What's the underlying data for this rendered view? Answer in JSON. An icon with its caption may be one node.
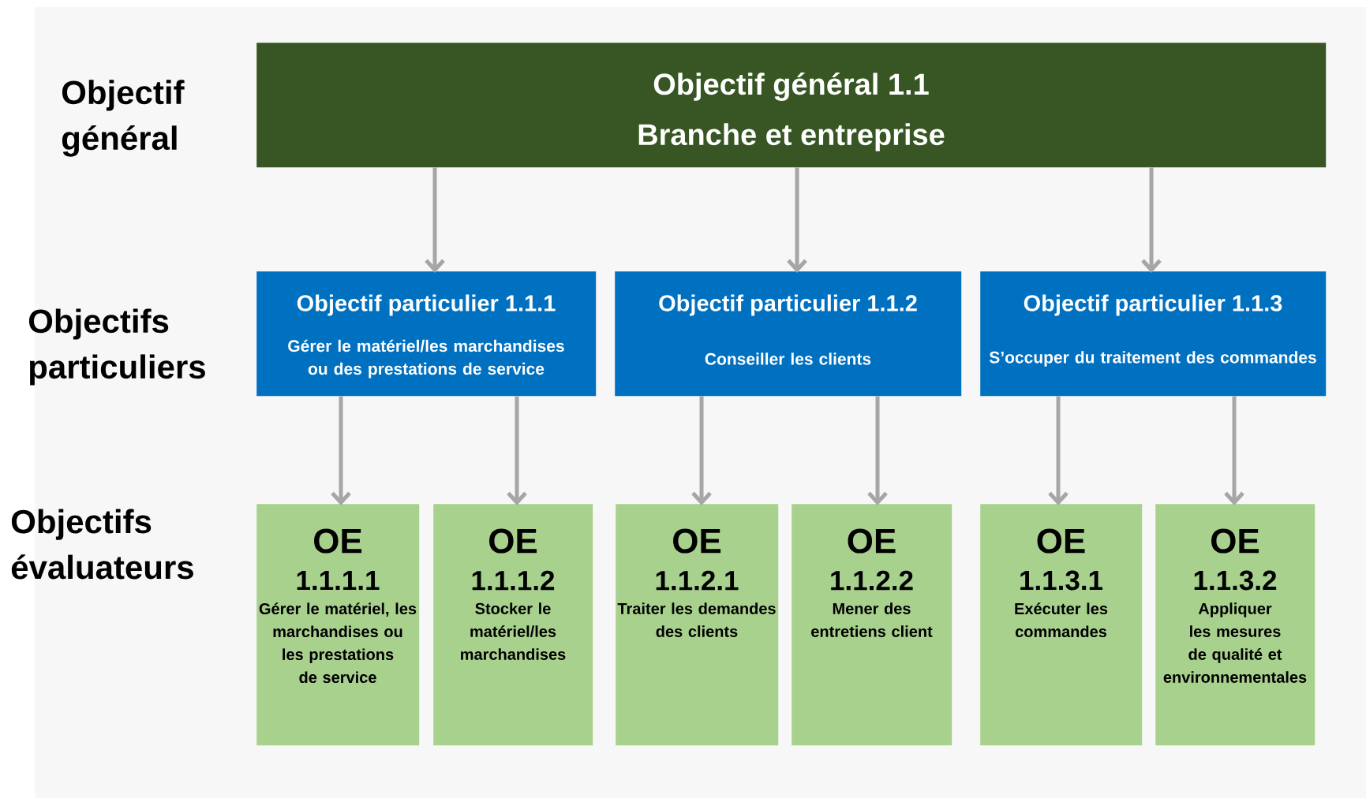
{
  "diagram": {
    "nodes": [
      {
        "text": [
          "Objectif général 1.1",
          "Branche et entreprise"
        ]
      },
      {
        "text": [
          "Objectif particulier 1.1.1",
          "Gérer le matériel/les marchandises ou des prestations de service"
        ]
      },
      {
        "text": [
          "Objectif particulier  1.1.2",
          "Conseiller les clients"
        ]
      },
      {
        "text": [
          "Objectif particulier 1.1.3",
          "S’occuper du traitement des commandes"
        ]
      },
      {
        "text": [
          "OE",
          "1.1.1.1",
          "Gérer le matériel, les marchandises ou les prestations de service"
        ]
      },
      {
        "text": [
          "OE",
          "1.1.1.2",
          "Stocker le matériel/les marchandises"
        ]
      },
      {
        "text": [
          "OE",
          "1.1.2.1",
          "Traiter les demandes des clients"
        ]
      },
      {
        "text": [
          "OE",
          "1.1.2.2",
          "Mener des entretiens client"
        ]
      },
      {
        "text": [
          "OE",
          "1.1.3.1",
          "Exécuter les commandes"
        ]
      },
      {
        "text": [
          "OE",
          "1.1.3.2",
          "Appliquer les mesures de qualité et environnementales"
        ]
      }
    ],
    "edges": [
      {
        "from": 0,
        "to": 1,
        "arrow": "to"
      },
      {
        "from": 0,
        "to": 2,
        "arrow": "to"
      },
      {
        "from": 0,
        "to": 3,
        "arrow": "to"
      },
      {
        "from": 1,
        "to": 4,
        "arrow": "to"
      },
      {
        "from": 1,
        "to": 5,
        "arrow": "to"
      },
      {
        "from": 2,
        "to": 6,
        "arrow": "to"
      },
      {
        "from": 2,
        "to": 7,
        "arrow": "to"
      },
      {
        "from": 3,
        "to": 8,
        "arrow": "to"
      },
      {
        "from": 3,
        "to": 9,
        "arrow": "to"
      }
    ],
    "labels": [
      "Objectif général",
      "Objectifs particuliers",
      "Objectifs évaluateurs"
    ]
  }
}
